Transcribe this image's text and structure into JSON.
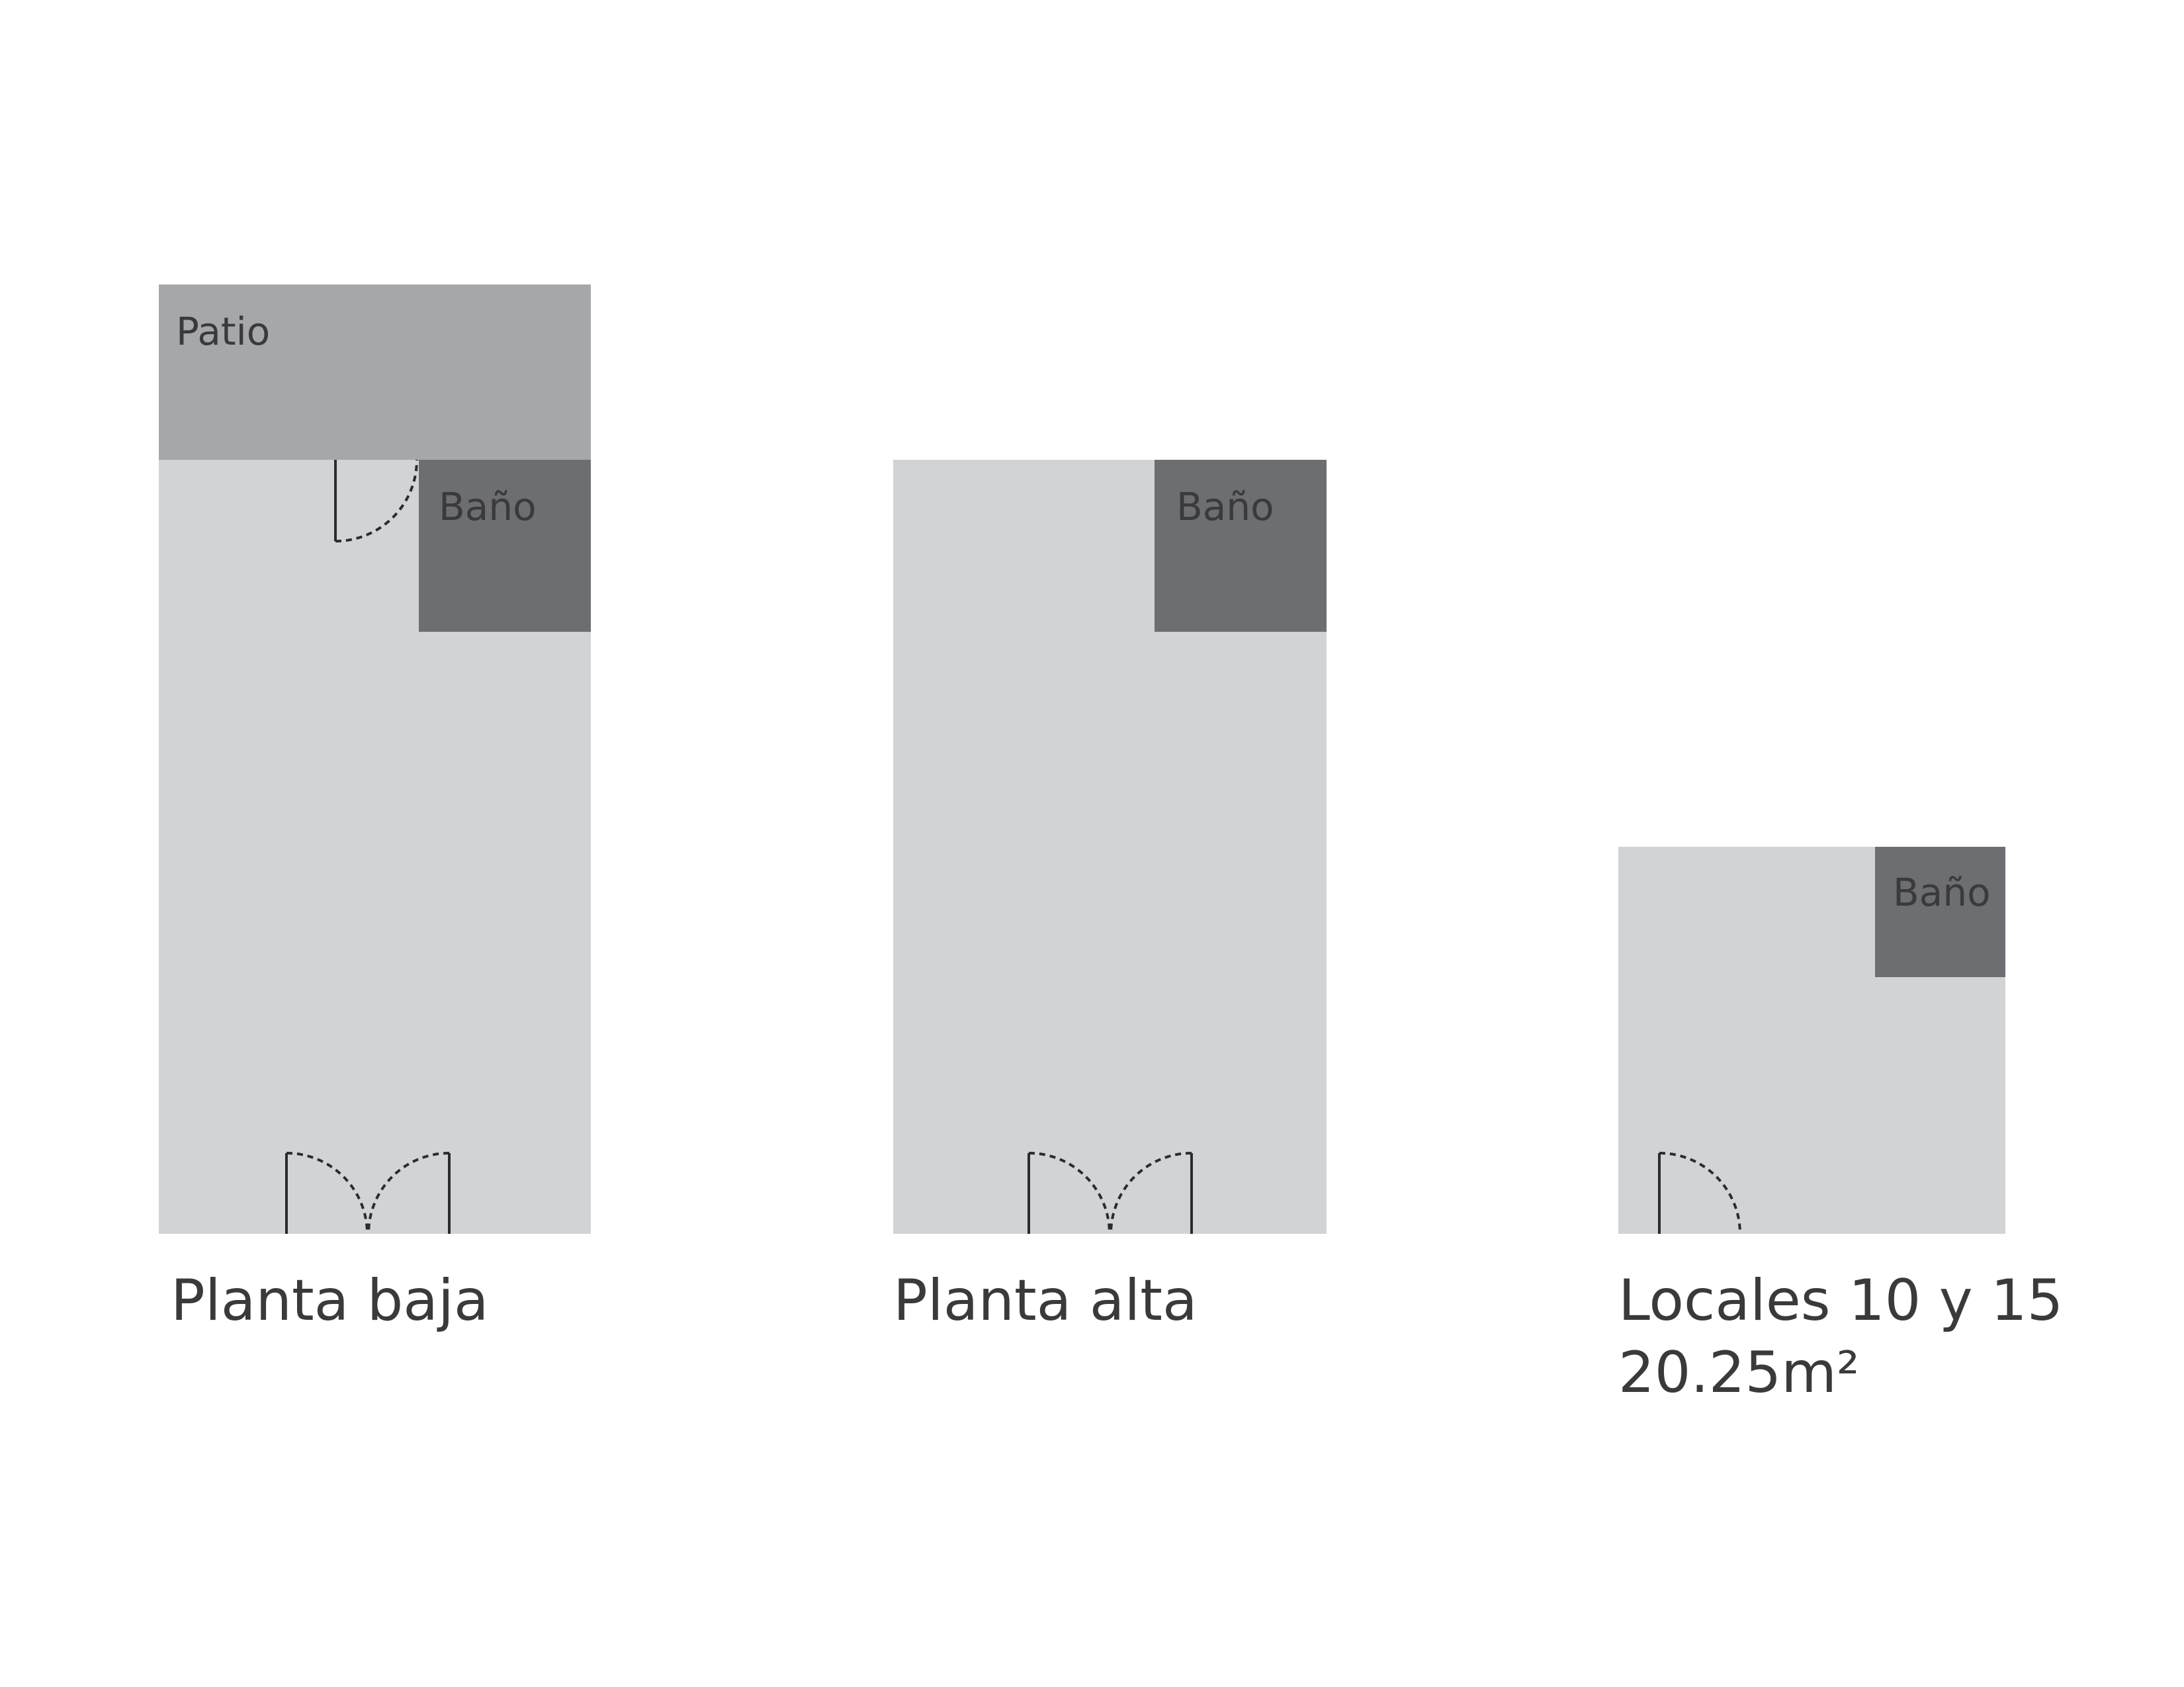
{
  "colors": {
    "background": "#ffffff",
    "floor": "#d2d3d5",
    "patio": "#a6a7ab",
    "bathroom": "#6d6e71",
    "text": "#3a3a3c",
    "door_line": "#2b2b2b"
  },
  "plans": [
    {
      "title": "Planta baja",
      "rooms": {
        "patio": "Patio",
        "bathroom": "Baño"
      },
      "doors": [
        "double-door-icon",
        "single-door-icon"
      ]
    },
    {
      "title": "Planta alta",
      "rooms": {
        "bathroom": "Baño"
      },
      "doors": [
        "double-door-icon"
      ]
    },
    {
      "title": "Locales 10 y 15",
      "area": "20.25m²",
      "rooms": {
        "bathroom": "Baño"
      },
      "doors": [
        "single-door-icon"
      ]
    }
  ]
}
